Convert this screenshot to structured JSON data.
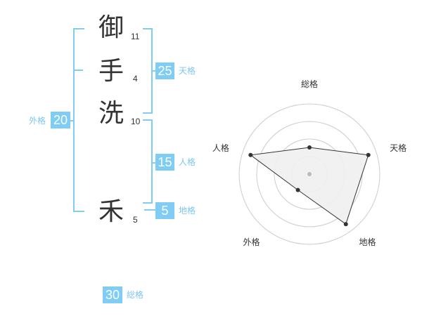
{
  "name": {
    "chars": [
      {
        "char": "御",
        "strokes": "11"
      },
      {
        "char": "手",
        "strokes": "4"
      },
      {
        "char": "洗",
        "strokes": "10"
      },
      {
        "char": "禾",
        "strokes": "5"
      }
    ]
  },
  "grids": {
    "ten": {
      "value": "25",
      "label": "天格"
    },
    "jin": {
      "value": "15",
      "label": "人格"
    },
    "chi": {
      "value": "5",
      "label": "地格"
    },
    "gai": {
      "value": "20",
      "label": "外格"
    },
    "sokaku": {
      "value": "30",
      "label": "総格"
    }
  },
  "chart_data": {
    "type": "radar",
    "axes": [
      "総格",
      "天格",
      "地格",
      "外格",
      "人格"
    ],
    "values": [
      0.38,
      0.88,
      0.88,
      0.28,
      0.88
    ],
    "max": 1,
    "rings": 4,
    "colors": {
      "fill": "#efefef",
      "line": "#333333",
      "ring": "#cccccc"
    }
  }
}
